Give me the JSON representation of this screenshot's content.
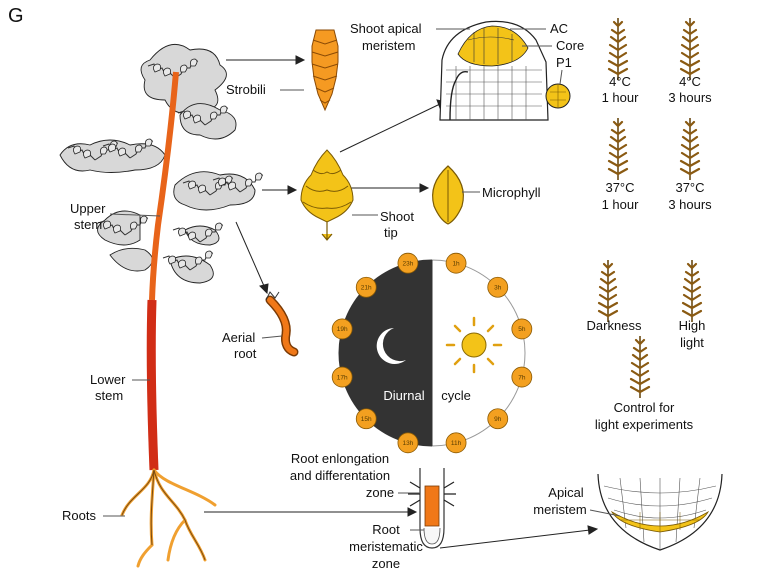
{
  "panel_letter": "G",
  "plant": {
    "labels": {
      "strobili": "Strobili",
      "upper_stem": [
        "Upper",
        "stem"
      ],
      "lower_stem": [
        "Lower",
        "stem"
      ],
      "roots": "Roots",
      "aerial_root": [
        "Aerial",
        "root"
      ]
    }
  },
  "meristem": {
    "title": [
      "Shoot apical",
      "meristem"
    ],
    "ac": "AC",
    "core": "Core",
    "p1": "P1"
  },
  "shoot_tip": {
    "label": [
      "Shoot",
      "tip"
    ],
    "microphyll": "Microphyll"
  },
  "treatments": [
    [
      "4°C",
      "1 hour"
    ],
    [
      "4°C",
      "3 hours"
    ],
    [
      "37°C",
      "1 hour"
    ],
    [
      "37°C",
      "3 hours"
    ]
  ],
  "light": {
    "darkness": "Darkness",
    "high": [
      "High",
      "light"
    ],
    "control": [
      "Control for",
      "light experiments"
    ]
  },
  "diurnal": {
    "label_left": "Diurnal",
    "label_right": "cycle",
    "times": [
      "1h",
      "3h",
      "5h",
      "7h",
      "9h",
      "11h",
      "13h",
      "15h",
      "17h",
      "19h",
      "21h",
      "23h"
    ]
  },
  "root": {
    "elongation": [
      "Root enlongation",
      "and differentation",
      "zone"
    ],
    "meristematic": [
      "Root",
      "meristematic",
      "zone"
    ],
    "apical": [
      "Apical",
      "meristem"
    ]
  },
  "colors": {
    "orange": "#f08a1c",
    "yellow": "#f3c318",
    "red": "#e8321a",
    "brown": "#8a5a12",
    "dark": "#333333"
  }
}
